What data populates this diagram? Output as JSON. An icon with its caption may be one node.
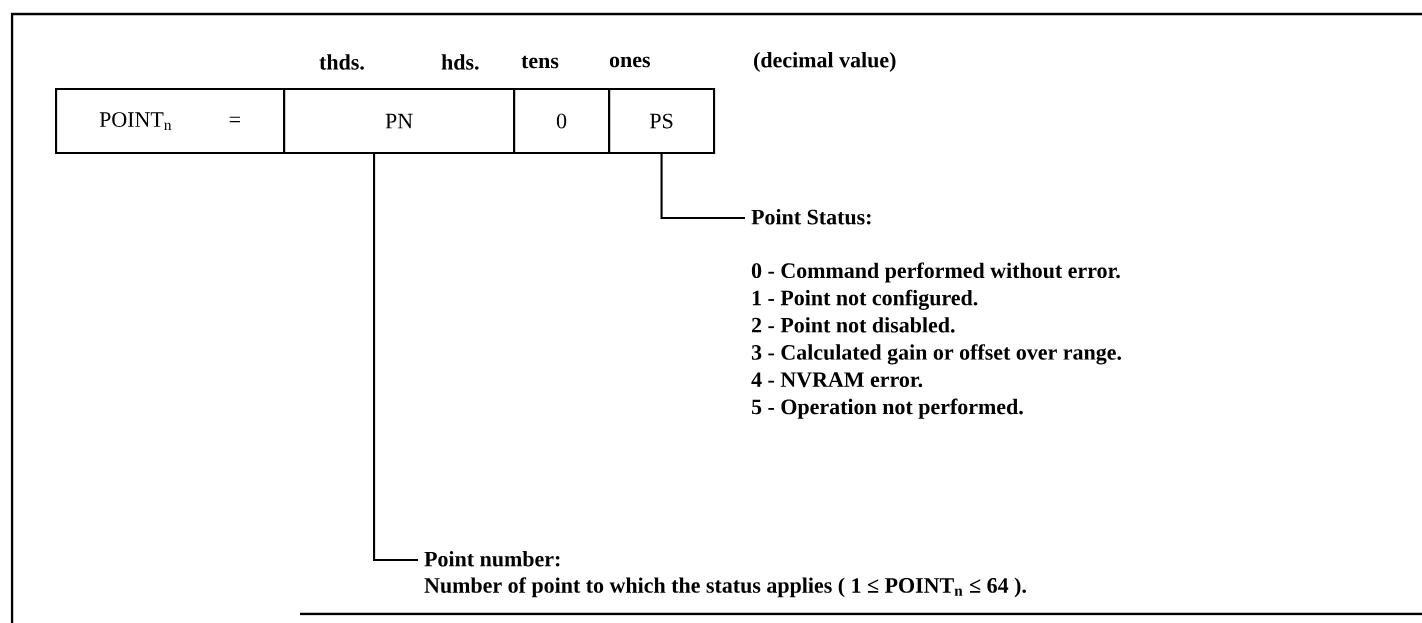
{
  "diagram": {
    "nodes": [
      {
        "text": [
          "POINT$_{n}$",
          "="
        ]
      },
      {
        "text": [
          "PN"
        ]
      },
      {
        "text": [
          "0"
        ]
      },
      {
        "text": [
          "PS"
        ]
      },
      {
        "text": [
          "Point Status:",
          "0 - Command performed without error.",
          "1 - Point not configured.",
          "2 - Point not disabled.",
          "3 - Calculated gain or offset over range.",
          "4 - NVRAM error.",
          "5 - Operation not performed."
        ]
      },
      {
        "text": [
          "Point number:",
          "Number of point to which the status applies ( 1 ≤ POINT$_{n}$ ≤ 64 )."
        ]
      }
    ],
    "edges": [
      {
        "from": 3,
        "to": 4,
        "arrow": "none"
      },
      {
        "from": 1,
        "to": 5,
        "arrow": "none"
      }
    ],
    "labels": [
      "thds.",
      "hds.",
      "tens",
      "ones",
      "(decimal value)"
    ]
  }
}
